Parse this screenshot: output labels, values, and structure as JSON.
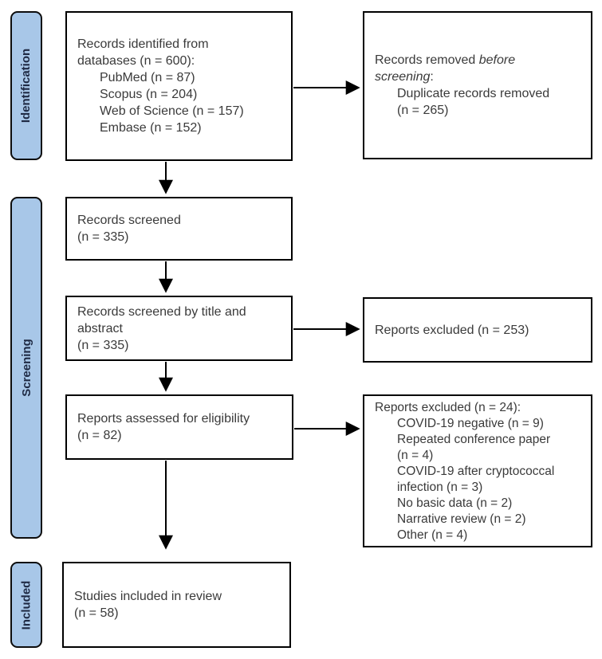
{
  "colors": {
    "background": "#ffffff",
    "box_border": "#000000",
    "stage_fill": "#a8c7e8",
    "stage_border": "#0d0d0d",
    "stage_text": "#1f2a44",
    "body_text": "#3a3a3a",
    "arrow": "#000000"
  },
  "stages": [
    {
      "label": "Identification"
    },
    {
      "label": "Screening"
    },
    {
      "label": "Included"
    }
  ],
  "boxes": {
    "identified": {
      "lines": [
        "Records identified from",
        "databases (n = 600):",
        "PubMed (n = 87)",
        "Scopus (n = 204)",
        "Web of Science (n = 157)",
        "Embase (n = 152)"
      ]
    },
    "removed": {
      "l1_normal": "Records removed ",
      "l1_italic": "before",
      "l2_italic": "screening",
      "l2_normal": ":",
      "l3": "Duplicate records removed",
      "l4": "(n = 265)"
    },
    "screened": {
      "lines": [
        "Records screened",
        "(n = 335)"
      ]
    },
    "screened_title_abstract": {
      "lines": [
        "Records screened by title and",
        "abstract",
        "(n = 335)"
      ]
    },
    "reports_excluded": {
      "lines": [
        "Reports excluded (n = 253)"
      ]
    },
    "assessed": {
      "lines": [
        "Reports assessed for eligibility",
        "(n = 82)"
      ]
    },
    "excluded_reasons": {
      "lines": [
        "Reports excluded (n = 24):",
        "COVID-19 negative (n = 9)",
        "Repeated conference paper",
        "(n = 4)",
        "COVID-19 after cryptococcal",
        "infection (n = 3)",
        "No basic data (n = 2)",
        "Narrative review (n = 2)",
        "Other (n = 4)"
      ]
    },
    "included_studies": {
      "lines": [
        "Studies included in review",
        "(n = 58)"
      ]
    }
  }
}
